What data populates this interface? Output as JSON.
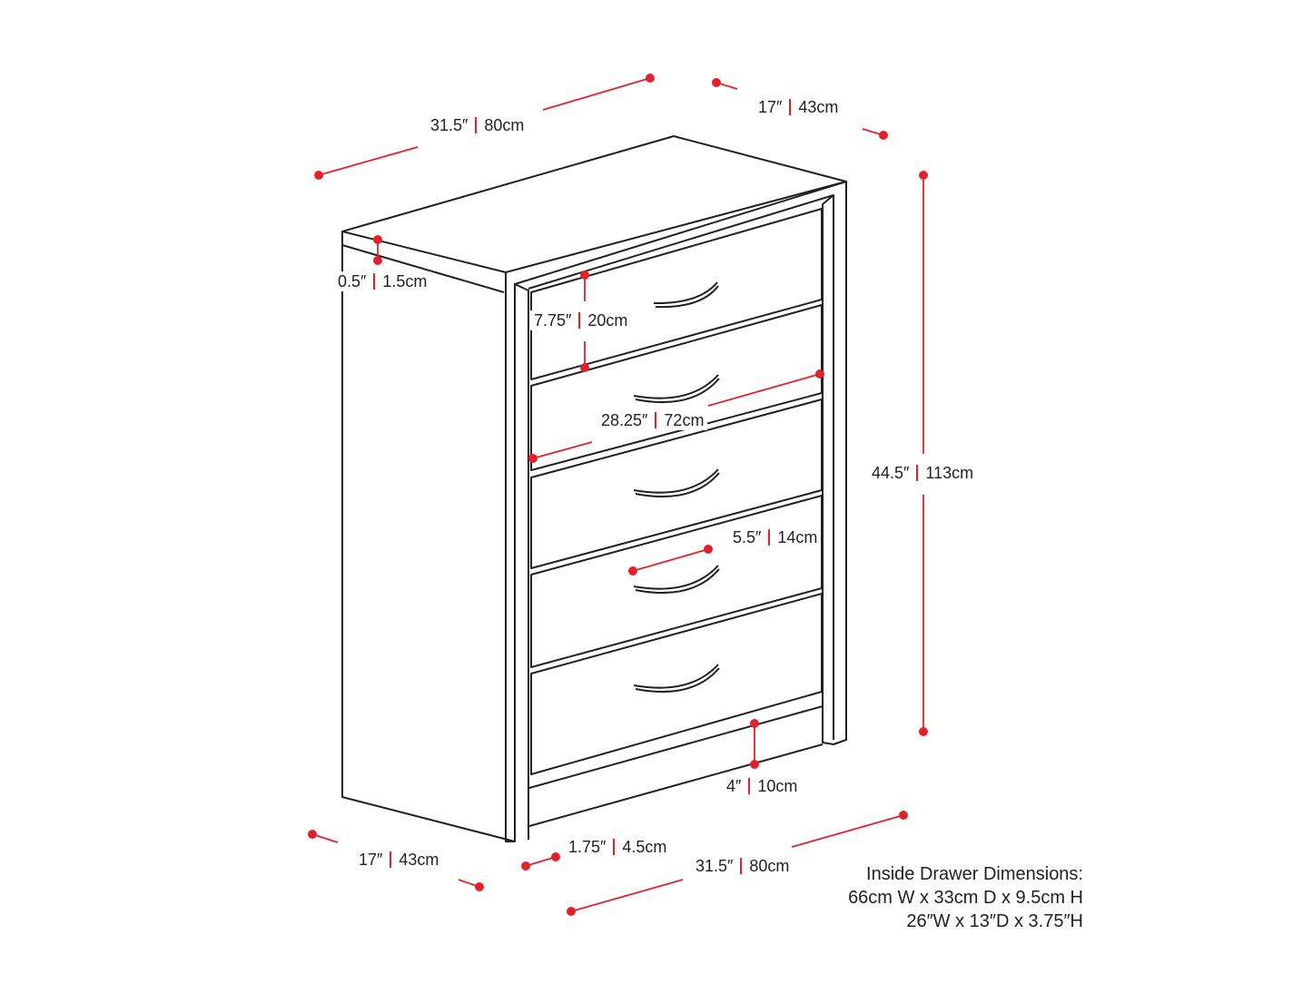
{
  "dimensions": {
    "top_width": {
      "imperial": "31.5″",
      "metric": "80cm"
    },
    "top_depth": {
      "imperial": "17″",
      "metric": "43cm"
    },
    "top_thickness": {
      "imperial": "0.5″",
      "metric": "1.5cm"
    },
    "drawer_height": {
      "imperial": "7.75″",
      "metric": "20cm"
    },
    "drawer_width": {
      "imperial": "28.25″",
      "metric": "72cm"
    },
    "handle_width": {
      "imperial": "5.5″",
      "metric": "14cm"
    },
    "total_height": {
      "imperial": "44.5″",
      "metric": "113cm"
    },
    "base_height": {
      "imperial": "4″",
      "metric": "10cm"
    },
    "frame_width": {
      "imperial": "1.75″",
      "metric": "4.5cm"
    },
    "bottom_width": {
      "imperial": "31.5″",
      "metric": "80cm"
    },
    "bottom_depth": {
      "imperial": "17″",
      "metric": "43cm"
    }
  },
  "inside_drawer": {
    "title": "Inside Drawer Dimensions:",
    "metric": "66cm W x 33cm D x 9.5cm H",
    "imperial": "26″W x 13″D x 3.75″H"
  },
  "colors": {
    "dimension": "#e3212a",
    "outline": "#231f20"
  }
}
